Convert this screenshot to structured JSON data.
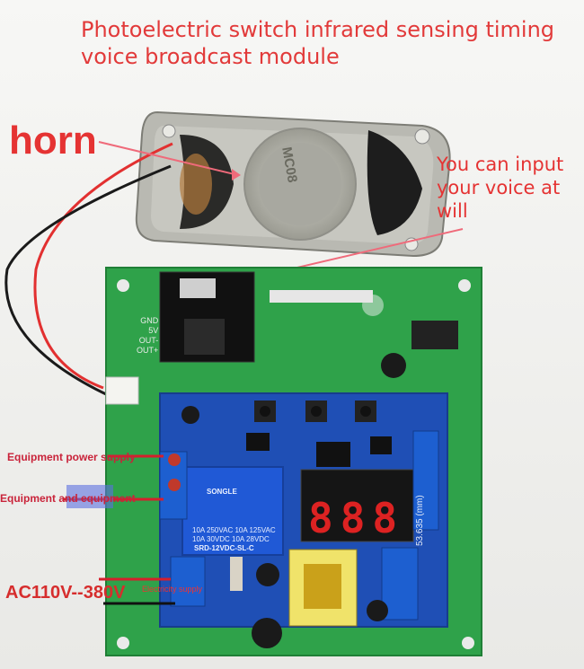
{
  "title": "Photoelectric switch infrared sensing timing voice broadcast module",
  "labels": {
    "horn": "horn",
    "voice": "You can input your voice at will",
    "equipment_power": "Equipment power supply",
    "equipment_and_equipment": "Equipment and equipment",
    "ac_voltage": "AC110V--380V",
    "electricity_supply": "Electricity supply"
  },
  "board_text": {
    "speaker_mark": "MC08",
    "display": "888",
    "relay_brand": "SONGLE",
    "relay_line1": "10A 250VAC  10A 125VAC",
    "relay_line2": "10A 30VDC   10A 28VDC",
    "relay_model": "SRD-12VDC-SL-C",
    "pins": "GND\n5V\nOUT-\nOUT+",
    "dim_mm": "53.635 (mm)"
  },
  "colors": {
    "annotation_red": "#e53333",
    "pcb_green": "#2fa24a",
    "pcb_blue": "#1f4fb5",
    "wire_yellow": "#f2c61e"
  }
}
